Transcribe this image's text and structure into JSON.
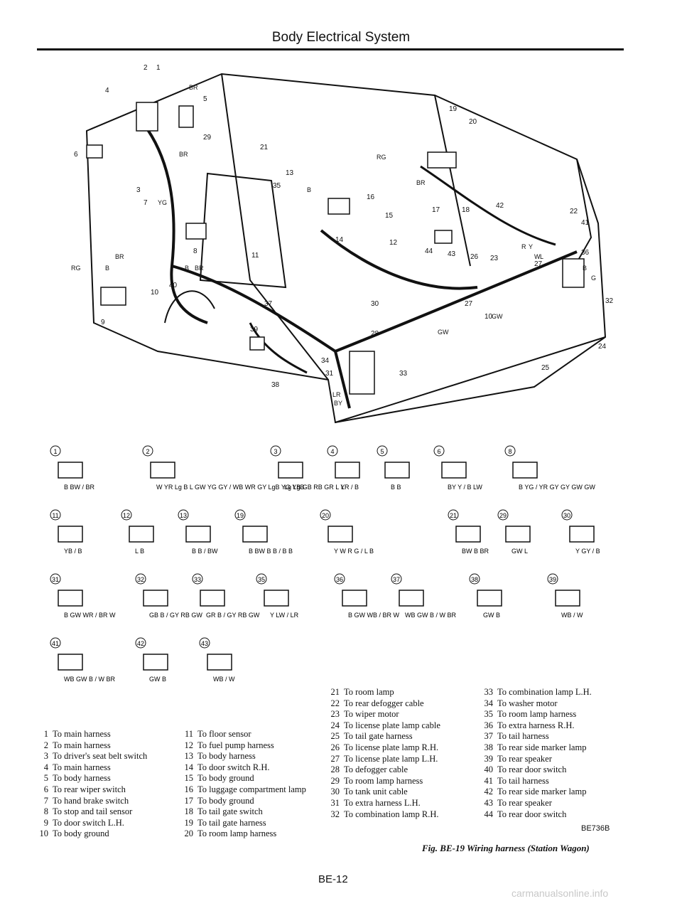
{
  "header": {
    "title": "Body Electrical System"
  },
  "figure": {
    "caption": "Fig. BE-19 Wiring harness (Station Wagon)",
    "code": "BE736B"
  },
  "page_number": "BE-12",
  "watermark": "carmanualsonline.info",
  "diagram_callouts": [
    "1",
    "2",
    "3",
    "4",
    "5",
    "6",
    "7",
    "8",
    "9",
    "10",
    "11",
    "12",
    "13",
    "14",
    "15",
    "16",
    "17",
    "18",
    "19",
    "20",
    "21",
    "22",
    "23",
    "24",
    "25",
    "26",
    "27",
    "28",
    "29",
    "30",
    "31",
    "32",
    "33",
    "34",
    "35",
    "36",
    "37",
    "38",
    "39",
    "40",
    "41",
    "42",
    "43",
    "44"
  ],
  "diagram_wire_labels": [
    "BR",
    "BR",
    "YG",
    "B",
    "BR",
    "RG",
    "B",
    "B",
    "BR",
    "B",
    "BR",
    "RG",
    "BR",
    "B",
    "B",
    "BR",
    "B",
    "R",
    "Y",
    "W",
    "L",
    "B",
    "G",
    "B",
    "GW",
    "GW",
    "B",
    "B",
    "GW",
    "B",
    "LR",
    "BY"
  ],
  "connectors": [
    {
      "num": "1",
      "wires": "B BW / BR"
    },
    {
      "num": "2",
      "wires": "W YR Lg B L GW YG GY / WB WR GY LgB YG YB GB RB GR L Y"
    },
    {
      "num": "3",
      "wires": "Lg LgB"
    },
    {
      "num": "4",
      "wires": "LR / B"
    },
    {
      "num": "5",
      "wires": "B B"
    },
    {
      "num": "6",
      "wires": "BY Y / B LW"
    },
    {
      "num": "8",
      "wires": "B YG / YR GY GY GW GW"
    },
    {
      "num": "11",
      "wires": "YB / B"
    },
    {
      "num": "12",
      "wires": "L B"
    },
    {
      "num": "13",
      "wires": "B B / BW"
    },
    {
      "num": "19",
      "wires": "B BW B B / B B"
    },
    {
      "num": "20",
      "wires": "Y W R G / L B"
    },
    {
      "num": "21",
      "wires": "BW B BR"
    },
    {
      "num": "29",
      "wires": "GW L"
    },
    {
      "num": "30",
      "wires": "Y GY / B"
    },
    {
      "num": "31",
      "wires": "B GW WR / BR W"
    },
    {
      "num": "32",
      "wires": "GB B / GY RB GW"
    },
    {
      "num": "33",
      "wires": "GR B / GY RB GW"
    },
    {
      "num": "35",
      "wires": "Y LW / LR"
    },
    {
      "num": "36",
      "wires": "B GW WB / BR W"
    },
    {
      "num": "37",
      "wires": "WB GW B / W BR"
    },
    {
      "num": "38",
      "wires": "GW B"
    },
    {
      "num": "39",
      "wires": "WB / W"
    },
    {
      "num": "41",
      "wires": "WB GW B / W BR"
    },
    {
      "num": "42",
      "wires": "GW B"
    },
    {
      "num": "43",
      "wires": "WB / W"
    }
  ],
  "legend": [
    {
      "n": "1",
      "t": "To main harness"
    },
    {
      "n": "2",
      "t": "To main harness"
    },
    {
      "n": "3",
      "t": "To driver's seat belt switch"
    },
    {
      "n": "4",
      "t": "To main harness"
    },
    {
      "n": "5",
      "t": "To body harness"
    },
    {
      "n": "6",
      "t": "To rear wiper switch"
    },
    {
      "n": "7",
      "t": "To hand brake switch"
    },
    {
      "n": "8",
      "t": "To stop and tail sensor"
    },
    {
      "n": "9",
      "t": "To door switch L.H."
    },
    {
      "n": "10",
      "t": "To body ground"
    },
    {
      "n": "11",
      "t": "To floor sensor"
    },
    {
      "n": "12",
      "t": "To fuel pump harness"
    },
    {
      "n": "13",
      "t": "To body harness"
    },
    {
      "n": "14",
      "t": "To door switch R.H."
    },
    {
      "n": "15",
      "t": "To body ground"
    },
    {
      "n": "16",
      "t": "To luggage compartment lamp"
    },
    {
      "n": "17",
      "t": "To body ground"
    },
    {
      "n": "18",
      "t": "To tail gate switch"
    },
    {
      "n": "19",
      "t": "To tail gate harness"
    },
    {
      "n": "20",
      "t": "To room lamp harness"
    },
    {
      "n": "21",
      "t": "To room lamp"
    },
    {
      "n": "22",
      "t": "To rear defogger cable"
    },
    {
      "n": "23",
      "t": "To wiper motor"
    },
    {
      "n": "24",
      "t": "To license plate lamp cable"
    },
    {
      "n": "25",
      "t": "To tail gate harness"
    },
    {
      "n": "26",
      "t": "To license plate lamp R.H."
    },
    {
      "n": "27",
      "t": "To license plate lamp L.H."
    },
    {
      "n": "28",
      "t": "To defogger cable"
    },
    {
      "n": "29",
      "t": "To room lamp harness"
    },
    {
      "n": "30",
      "t": "To tank unit cable"
    },
    {
      "n": "31",
      "t": "To extra harness L.H."
    },
    {
      "n": "32",
      "t": "To combination lamp R.H."
    },
    {
      "n": "33",
      "t": "To combination lamp L.H."
    },
    {
      "n": "34",
      "t": "To washer motor"
    },
    {
      "n": "35",
      "t": "To room lamp harness"
    },
    {
      "n": "36",
      "t": "To extra harness R.H."
    },
    {
      "n": "37",
      "t": "To tail harness"
    },
    {
      "n": "38",
      "t": "To rear side marker lamp"
    },
    {
      "n": "39",
      "t": "To rear speaker"
    },
    {
      "n": "40",
      "t": "To rear door switch"
    },
    {
      "n": "41",
      "t": "To tail harness"
    },
    {
      "n": "42",
      "t": "To rear side marker lamp"
    },
    {
      "n": "43",
      "t": "To rear speaker"
    },
    {
      "n": "44",
      "t": "To rear door switch"
    }
  ]
}
